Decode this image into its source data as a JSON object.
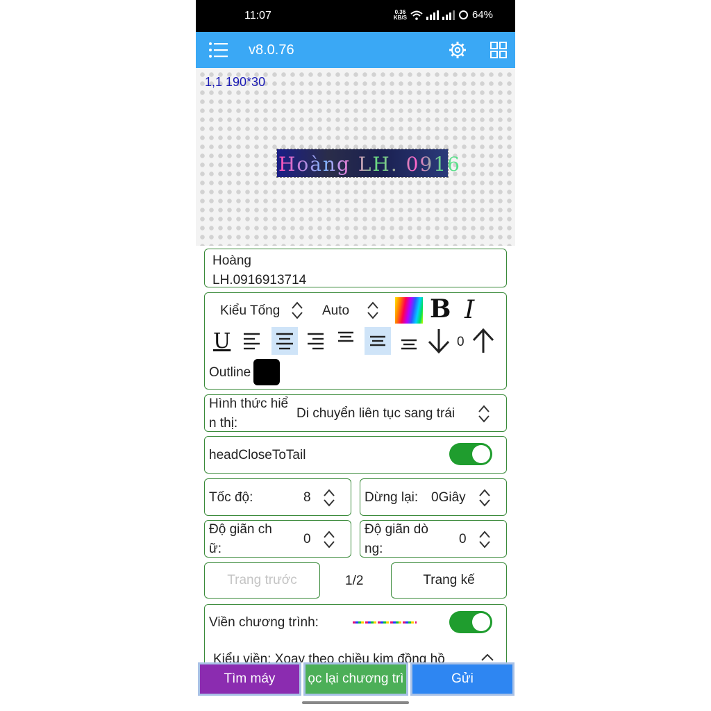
{
  "status": {
    "time": "11:07",
    "net_speed_value": "0.36",
    "net_speed_unit": "KB/S",
    "battery": "64%"
  },
  "appbar": {
    "version": "v8.0.76",
    "menu_icon": "menu-icon",
    "settings_icon": "gear-icon",
    "grid_icon": "grid-icon"
  },
  "preview": {
    "coords": "1,1 190*30",
    "led_text": "Hoàng  LH. 0916"
  },
  "text_input": {
    "line1": "Hoàng",
    "line2": " LH.0916913714"
  },
  "format": {
    "font_style": "Kiểu Tống",
    "size": "Auto",
    "bold": "B",
    "italic": "I",
    "underline": "U",
    "offset_value": "0",
    "outline_label": "Outline",
    "outline_color": "#000000"
  },
  "display_mode": {
    "label_line1": "Hình thức hiể",
    "label_line2": "n thị:",
    "value": "Di chuyển liên tục sang trái"
  },
  "head_close": {
    "label": "headCloseToTail",
    "on": true
  },
  "speed": {
    "label": "Tốc độ:",
    "value": "8"
  },
  "pause": {
    "label": "Dừng lại:",
    "value": "0Giây"
  },
  "char_spacing": {
    "label_line1": "Độ giãn ch",
    "label_line2": "ữ:",
    "value": "0"
  },
  "line_spacing": {
    "label_line1": "Độ giãn dò",
    "label_line2": "ng:",
    "value": "0"
  },
  "pager": {
    "prev": "Trang trước",
    "page": "1/2",
    "next": "Trang kế"
  },
  "border": {
    "label": "Viền chương trình:",
    "on": true,
    "style_text": "Kiểu viền: Xoay theo chiều kim đồng hồ"
  },
  "bottom": {
    "find": "Tìm máy",
    "reread": "ọc lại chương trì",
    "send": "Gửi"
  },
  "colors": {
    "accent": "#3aa8f5",
    "panel_border": "#3a8a3a",
    "toggle_on": "#1f9d2e",
    "find_btn": "#8b2cb0",
    "reread_btn": "#4caf58",
    "send_btn": "#2e86f2"
  }
}
